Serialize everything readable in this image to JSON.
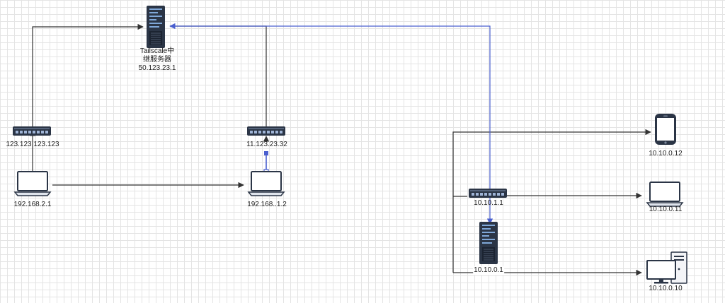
{
  "colors": {
    "line": "#333333",
    "accent": "#4a5fcf",
    "device_dark": "#2b3546",
    "device_light": "#e8edf5"
  },
  "nodes": {
    "relay_server": {
      "icon": "server-icon",
      "label_lines": [
        "Tailscale中",
        "继服务器",
        "50.123.23.1"
      ]
    },
    "router_left": {
      "icon": "router-icon",
      "label": "123.123.123.123"
    },
    "router_mid": {
      "icon": "router-icon",
      "label": "11.123.23.32"
    },
    "laptop_left": {
      "icon": "laptop-icon",
      "label": "192.168.2.1"
    },
    "laptop_mid": {
      "icon": "laptop-icon",
      "label": "192.168..1.2"
    },
    "phone": {
      "icon": "smartphone-icon",
      "label": "10.10.0.12"
    },
    "router_right": {
      "icon": "router-icon",
      "label": "10.10.1.1"
    },
    "laptop_right": {
      "icon": "laptop-icon",
      "label": "10.10.0.11"
    },
    "server_right": {
      "icon": "server-icon",
      "label": "10.10.0.1"
    },
    "desktop": {
      "icon": "desktop-pc-icon",
      "label": "10.10.0.10"
    }
  }
}
